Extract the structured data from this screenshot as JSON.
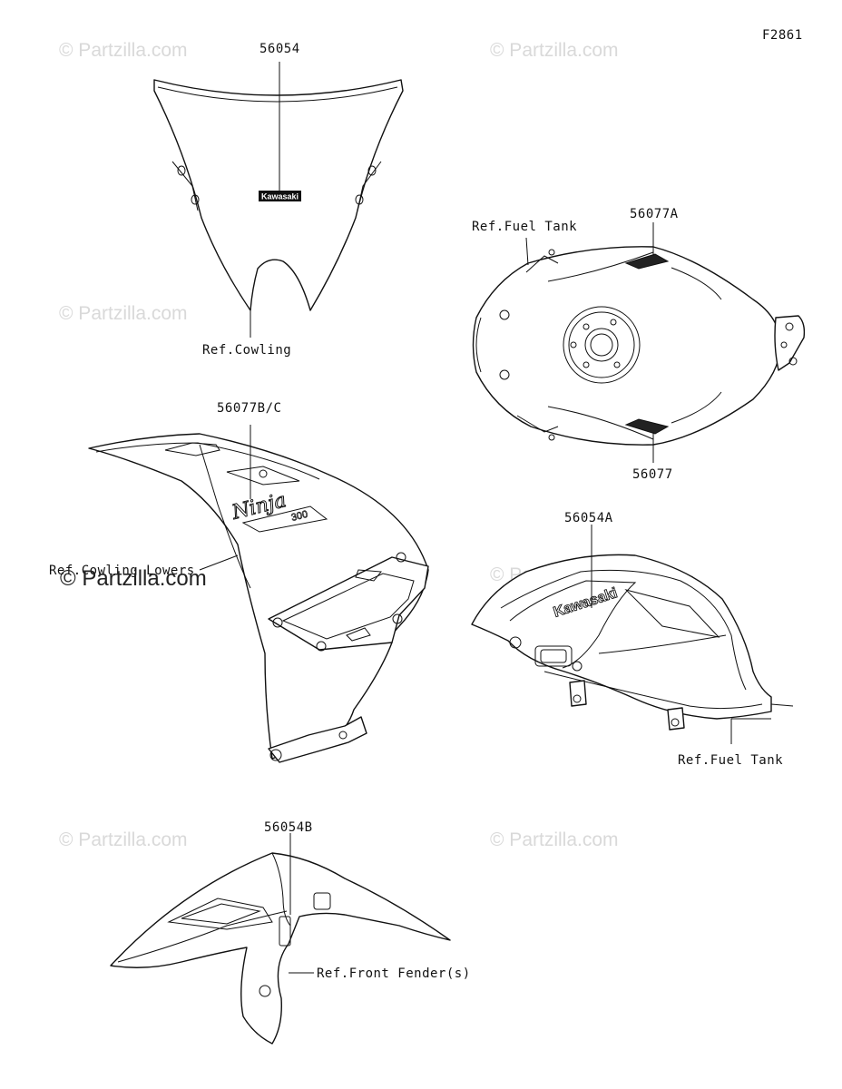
{
  "figure_code": "F2861",
  "watermark": "© Partzilla.com",
  "callouts": {
    "windshield_part": "56054",
    "windshield_ref": "Ref.Cowling",
    "tank_top_ref": "Ref.Fuel Tank",
    "tank_top_part_a": "56077A",
    "tank_top_part": "56077",
    "cowl_part": "56077B/C",
    "cowl_ref": "Ref.Cowling Lowers",
    "tank_side_part": "56054A",
    "tank_side_ref": "Ref.Fuel Tank",
    "fender_part": "56054B",
    "fender_ref": "Ref.Front Fender(s)"
  },
  "decals": {
    "windshield_logo": "Kawasaki",
    "cowl_logo": "Ninja",
    "cowl_model": "300",
    "tank_logo": "Kawasaki"
  }
}
